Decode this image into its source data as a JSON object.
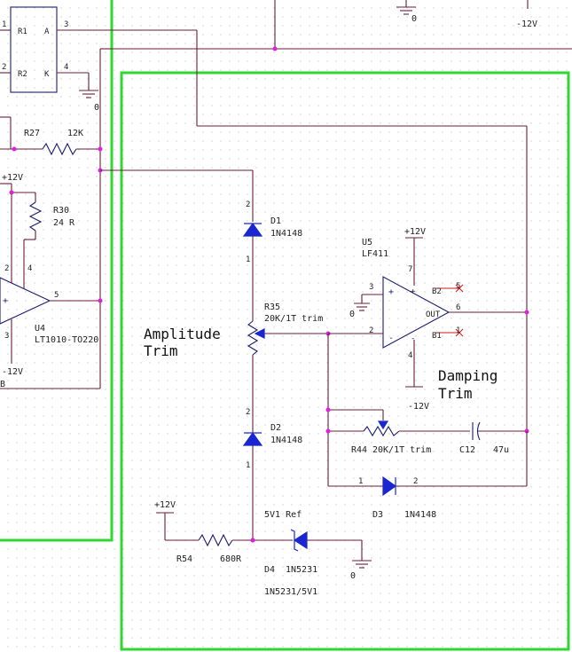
{
  "components": {
    "relay_pins": {
      "r1": "R1",
      "r2": "R2",
      "a": "A",
      "k": "K",
      "p3": "3",
      "p4": "4",
      "p1": "1",
      "p2": "2"
    },
    "r27": {
      "ref": "R27",
      "value": "12K"
    },
    "r30": {
      "ref": "R30",
      "value": "24 R"
    },
    "u4": {
      "ref": "U4",
      "value": "LT1010-TO220",
      "pin2": "2",
      "pin4": "4",
      "pin5": "5",
      "pin3": "3"
    },
    "d1": {
      "ref": "D1",
      "value": "1N4148",
      "pin2": "2",
      "pin1": "1"
    },
    "d2": {
      "ref": "D2",
      "value": "1N4148",
      "pin2": "2",
      "pin1": "1"
    },
    "d3": {
      "ref": "D3",
      "value": "1N4148",
      "pin1": "1",
      "pin2": "2"
    },
    "d4": {
      "ref": "D4",
      "value": "1N5231",
      "note": "1N5231/5V1",
      "pin_label": "5V1 Ref"
    },
    "r35": {
      "ref": "R35",
      "value": "20K/1T trim"
    },
    "r44": {
      "ref": "R44",
      "value": "20K/1T trim"
    },
    "r54": {
      "ref": "R54",
      "value": "680R"
    },
    "c12": {
      "ref": "C12",
      "value": "47u"
    },
    "u5": {
      "ref": "U5",
      "value": "LF411",
      "pin3": "3",
      "pin2": "2",
      "pin7": "7",
      "pin4": "4",
      "pin5": "5",
      "pin6": "6",
      "pin1": "1",
      "b2": "B2",
      "out": "OUT",
      "b1": "B1",
      "plus": "+",
      "minus": "-"
    }
  },
  "power": {
    "p12v": "+12V",
    "n12v": "-12V",
    "gnd": "0",
    "u4_supply": "+12V",
    "u4_neg": "-12V",
    "left_b": "B"
  },
  "annotations": {
    "amplitude_line1": "Amplitude",
    "amplitude_line2": "Trim",
    "damping_line1": "Damping",
    "damping_line2": "Trim"
  }
}
